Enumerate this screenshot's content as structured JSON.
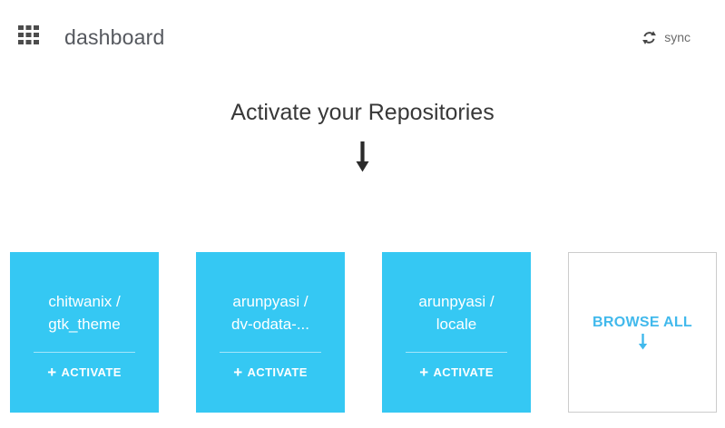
{
  "header": {
    "title": "dashboard",
    "menu_icon": "grid-menu-icon",
    "sync": {
      "label": "sync",
      "icon": "refresh-icon"
    }
  },
  "hero": {
    "heading": "Activate your Repositories",
    "arrow_icon": "down-arrow-icon"
  },
  "repo_cards": [
    {
      "name_line1": "chitwanix /",
      "name_line2": "gtk_theme",
      "action_plus": "+",
      "action_label": "ACTIVATE"
    },
    {
      "name_line1": "arunpyasi /",
      "name_line2": "dv-odata-...",
      "action_plus": "+",
      "action_label": "ACTIVATE"
    },
    {
      "name_line1": "arunpyasi /",
      "name_line2": "locale",
      "action_plus": "+",
      "action_label": "ACTIVATE"
    }
  ],
  "browse_card": {
    "label": "BROWSE ALL",
    "arrow_icon": "down-arrow-icon"
  },
  "colors": {
    "card_blue": "#35c8f3",
    "browse_blue": "#41b9ec",
    "card_border": "#cccccc",
    "heading_text": "#383838",
    "header_text": "#55585e",
    "sync_text": "#6b6b6b",
    "icon_gray": "#4c4c4c"
  }
}
